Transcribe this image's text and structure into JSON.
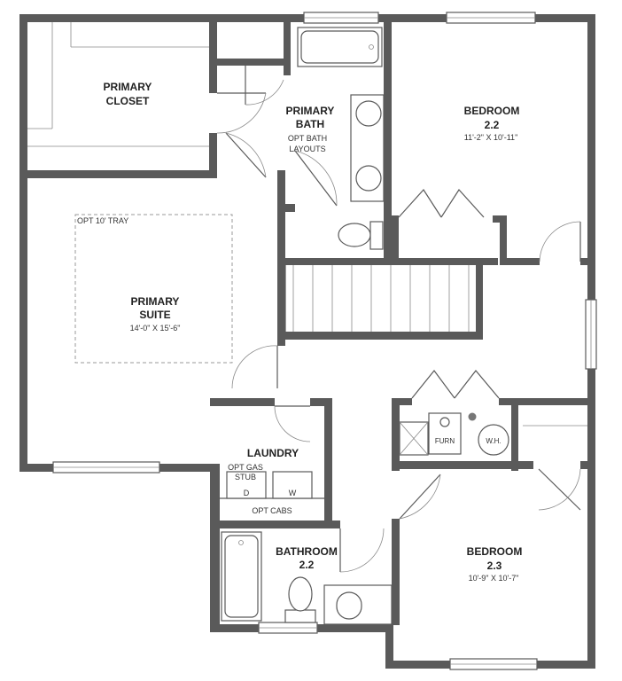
{
  "rooms": {
    "primary_closet": {
      "line1": "PRIMARY",
      "line2": "CLOSET"
    },
    "primary_bath": {
      "line1": "PRIMARY",
      "line2": "BATH",
      "note1": "OPT BATH",
      "note2": "LAYOUTS"
    },
    "bedroom_22": {
      "line1": "BEDROOM",
      "line2": "2.2",
      "dims": "11'-2\" X 10'-11\""
    },
    "primary_suite": {
      "line1": "PRIMARY",
      "line2": "SUITE",
      "dims": "14'-0\" X 15'-6\"",
      "tray": "OPT 10' TRAY"
    },
    "laundry": {
      "title": "LAUNDRY",
      "gas1": "OPT GAS",
      "gas2": "STUB",
      "dryer": "D",
      "washer": "W",
      "cabs": "OPT CABS"
    },
    "bathroom_22": {
      "line1": "BATHROOM",
      "line2": "2.2"
    },
    "bedroom_23": {
      "line1": "BEDROOM",
      "line2": "2.3",
      "dims": "10'-9\" X 10'-7\""
    }
  },
  "mechanical": {
    "furnace": "FURN",
    "water_heater": "W.H."
  }
}
